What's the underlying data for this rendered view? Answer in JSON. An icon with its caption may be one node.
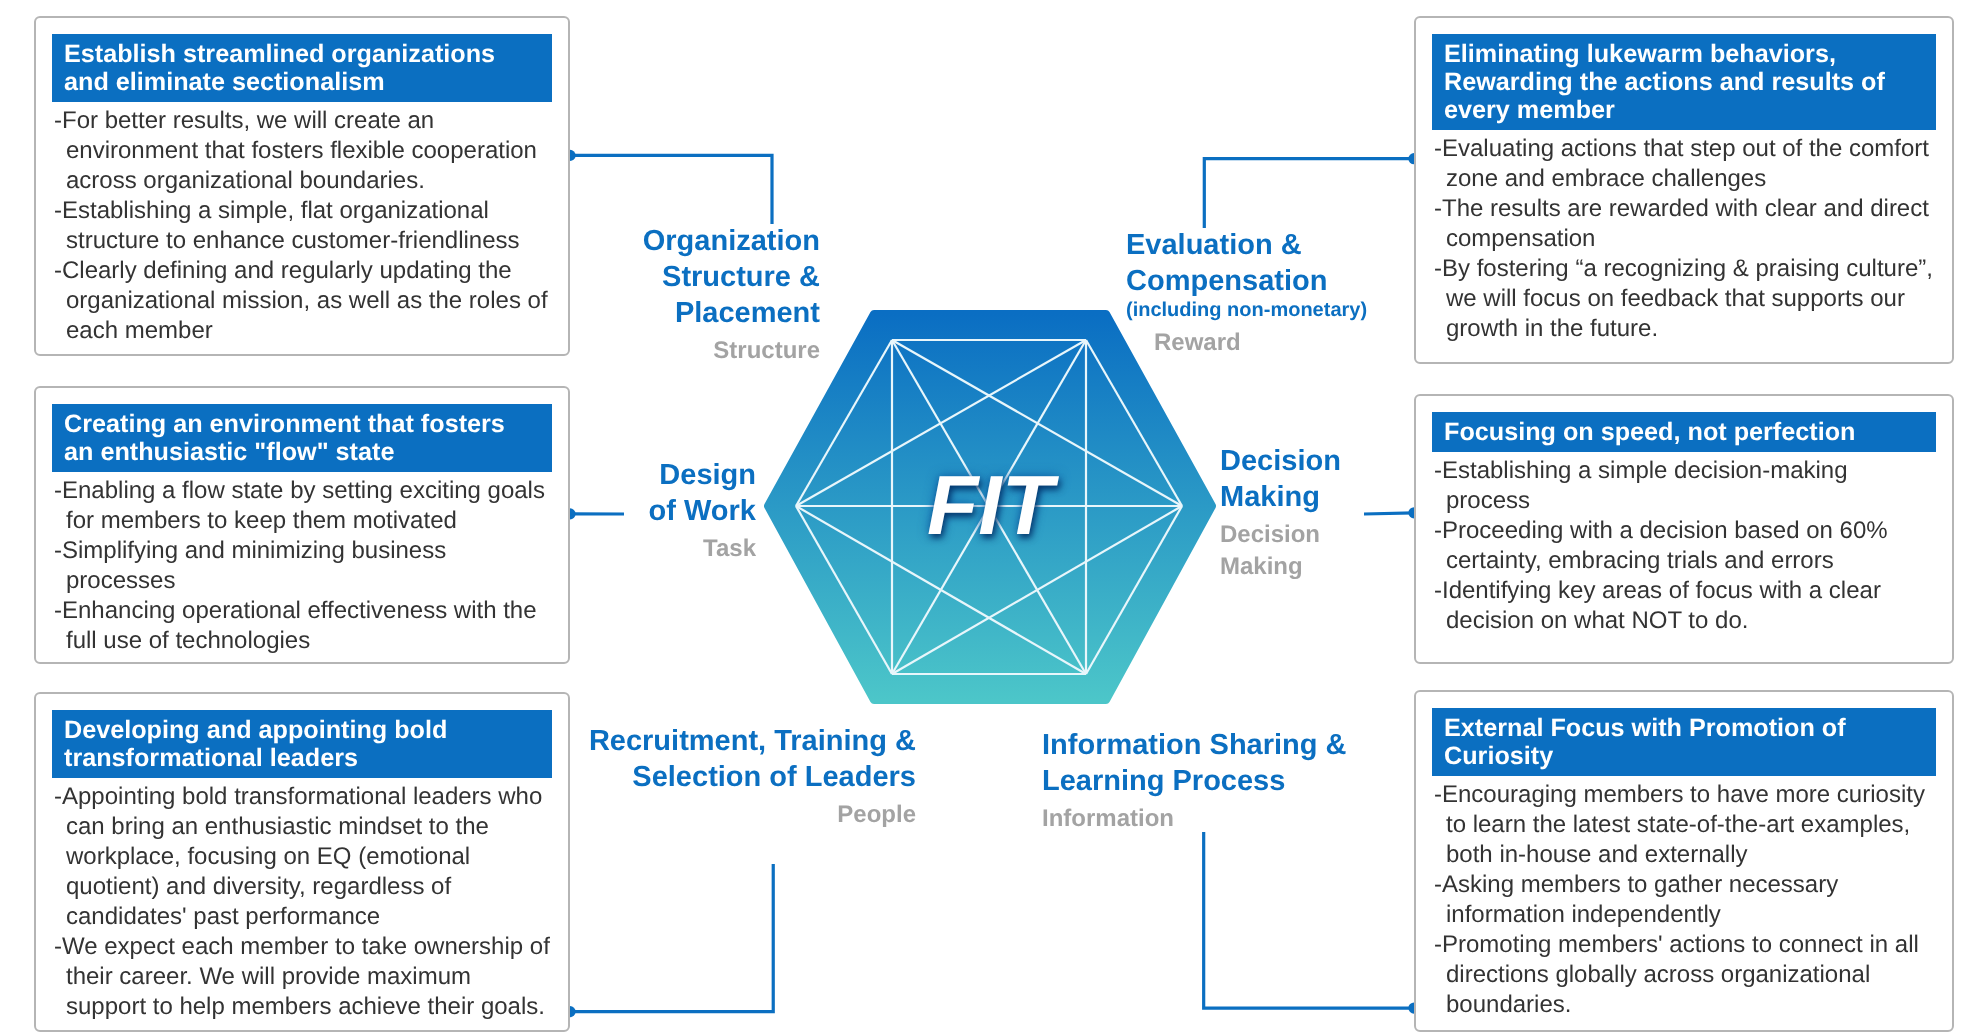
{
  "diagram": {
    "nodes": [
      {
        "text": [
          "FIT"
        ]
      },
      {
        "text": [
          "Organization Structure & Placement",
          "Structure"
        ]
      },
      {
        "text": [
          "Establish streamlined organizations and eliminate sectionalism",
          "-For better results, we will create an environment that fosters flexible cooperation across organizational boundaries.",
          "-Establishing a simple, flat organizational structure to enhance customer-friendliness",
          "-Clearly defining and regularly updating the organizational mission, as well as the roles of each member"
        ]
      },
      {
        "text": [
          "Design of Work",
          "Task"
        ]
      },
      {
        "text": [
          "Creating an environment that fosters an enthusiastic \"flow\" state",
          "-Enabling a flow state by setting exciting goals for members to keep them motivated",
          "-Simplifying and minimizing business processes",
          "-Enhancing operational effectiveness with the full use of technologies"
        ]
      },
      {
        "text": [
          "Recruitment, Training & Selection of Leaders",
          "People"
        ]
      },
      {
        "text": [
          "Developing and appointing bold transformational leaders",
          "-Appointing bold transformational leaders who can bring an enthusiastic mindset to the workplace, focusing on EQ (emotional quotient) and diversity, regardless of candidates' past performance",
          "-We expect each member to take ownership of their career. We will provide maximum support to help members achieve their goals."
        ]
      },
      {
        "text": [
          "Evaluation & Compensation",
          "(including non-monetary)",
          "Reward"
        ]
      },
      {
        "text": [
          "Eliminating lukewarm behaviors, Rewarding the actions and results of every member",
          "-Evaluating actions that step out of the comfort zone and embrace challenges",
          "-The results are rewarded with clear and direct compensation",
          "-By fostering “a recognizing & praising culture”, we will focus on feedback that supports our growth in the future."
        ]
      },
      {
        "text": [
          "Decision Making",
          "Decision Making"
        ]
      },
      {
        "text": [
          "Focusing on speed, not perfection",
          "-Establishing a simple decision-making process",
          "-Proceeding with a decision based on 60% certainty, embracing trials and errors",
          "-Identifying key areas of focus with a clear decision on what NOT to do."
        ]
      },
      {
        "text": [
          "Information Sharing & Learning Process",
          "Information"
        ]
      },
      {
        "text": [
          "External Focus with Promotion of Curiosity",
          "-Encouraging members to have more curiosity to learn the latest state-of-the-art examples, both in-house and externally",
          "-Asking members to gather necessary information independently",
          "-Promoting members' actions to connect in all directions globally across organizational boundaries."
        ]
      }
    ],
    "edges": [
      {
        "from": 1,
        "to": 2,
        "arrow": "other"
      },
      {
        "from": 3,
        "to": 4,
        "arrow": "other"
      },
      {
        "from": 5,
        "to": 6,
        "arrow": "other"
      },
      {
        "from": 7,
        "to": 8,
        "arrow": "other"
      },
      {
        "from": 9,
        "to": 10,
        "arrow": "other"
      },
      {
        "from": 11,
        "to": 12,
        "arrow": "other"
      }
    ]
  }
}
